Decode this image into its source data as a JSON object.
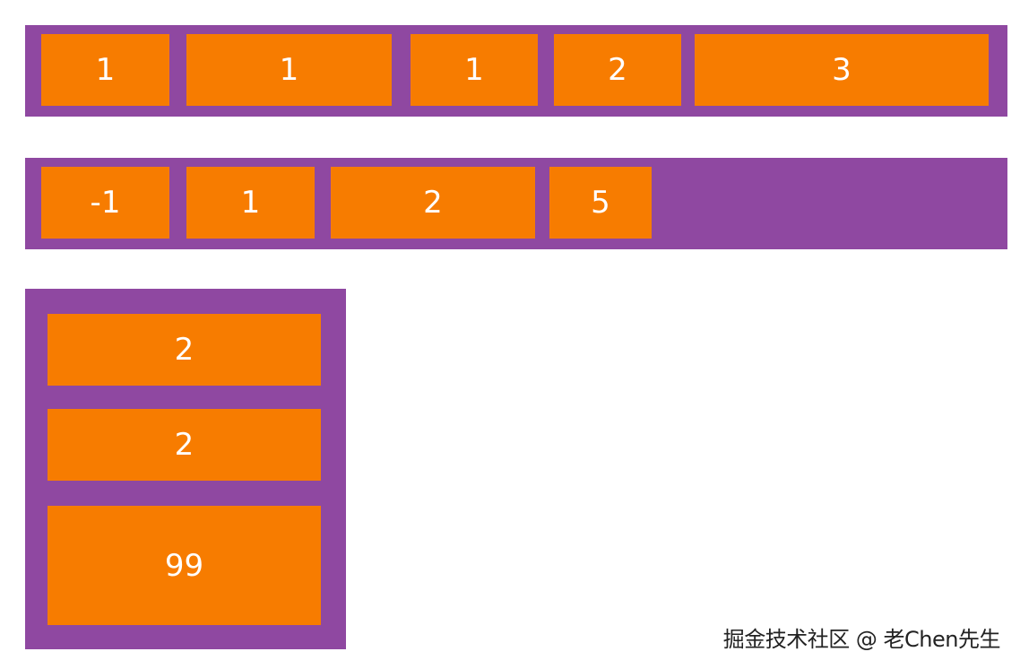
{
  "colors": {
    "container": "#8f48a1",
    "item": "#f77c00",
    "text": "#ffffff"
  },
  "rows": [
    {
      "items": [
        "1",
        "1",
        "1",
        "2",
        "3"
      ]
    },
    {
      "items": [
        "-1",
        "1",
        "2",
        "5"
      ]
    }
  ],
  "column": {
    "items": [
      "2",
      "2",
      "99"
    ]
  },
  "watermark": "掘金技术社区 @ 老Chen先生"
}
